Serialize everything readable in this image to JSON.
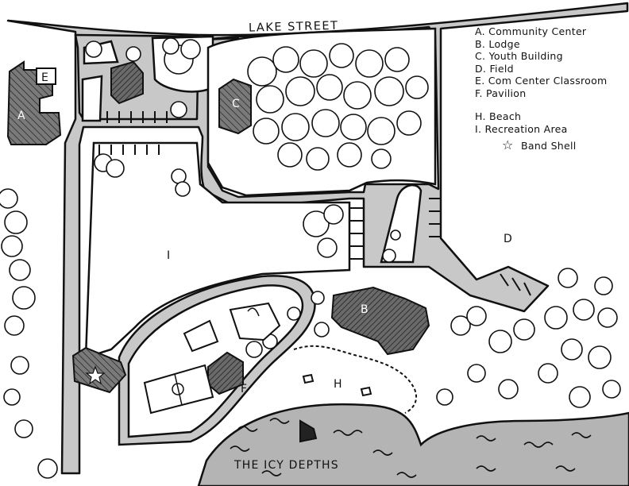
{
  "street_name": "LAKE STREET",
  "lake_name": "THE ICY DEPTHS",
  "markers": {
    "A": "A",
    "B": "B",
    "C": "C",
    "D": "D",
    "E": "E",
    "F": "F",
    "H": "H",
    "I": "I"
  },
  "legend": {
    "items": [
      "A. Community Center",
      "B. Lodge",
      "C. Youth Building",
      "D. Field",
      "E. Com Center Classroom",
      "F. Pavilion"
    ],
    "items2": [
      "H. Beach",
      "I. Recreation Area"
    ],
    "band_shell": "Band Shell"
  },
  "colors": {
    "road": "#c8c8c8",
    "water": "#b4b4b4",
    "building": "#555555",
    "outline": "#111111"
  },
  "icons": [
    "star-icon",
    "tree-icon",
    "building-icon"
  ]
}
